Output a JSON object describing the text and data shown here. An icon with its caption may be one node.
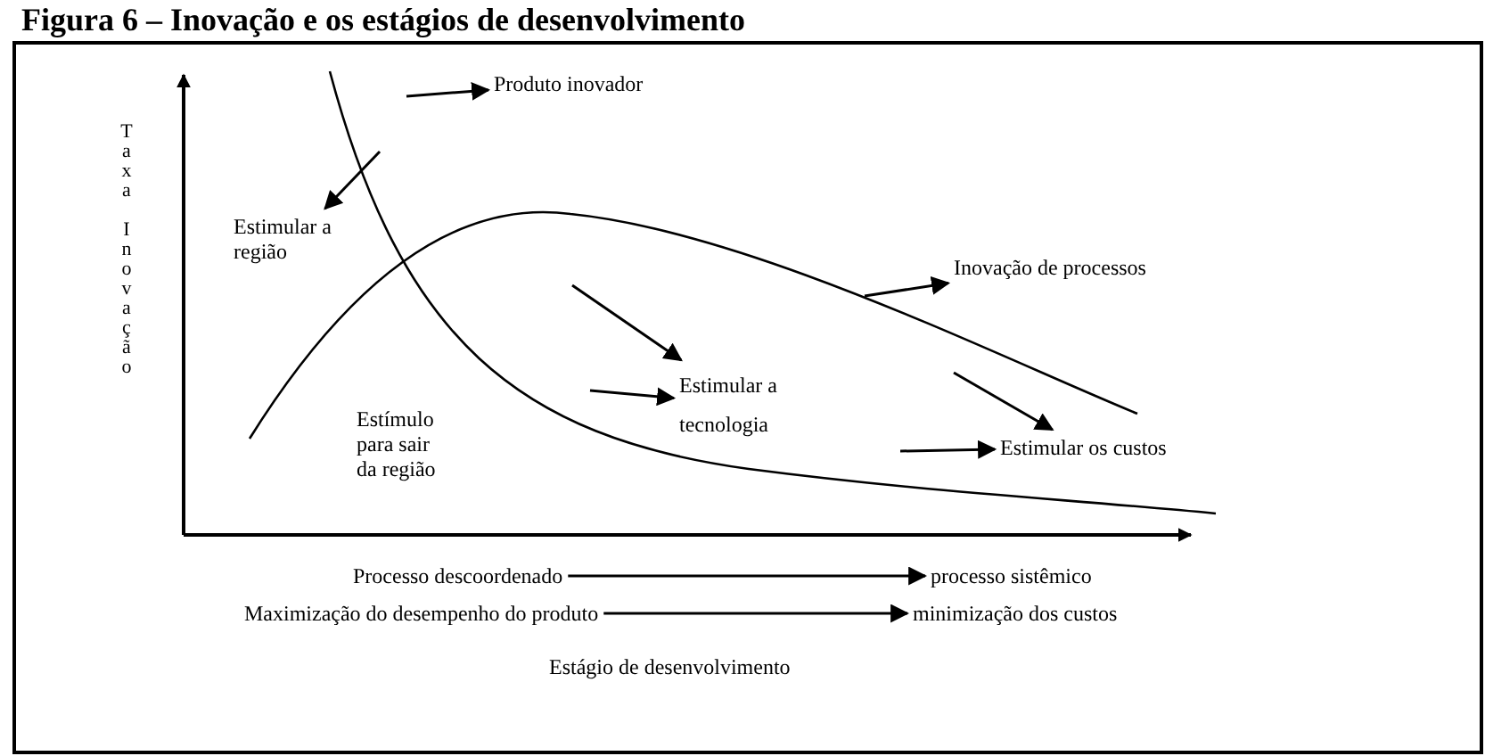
{
  "diagram": {
    "title": "Figura 6 – Inovação e os estágios de desenvolvimento",
    "nodes": [
      {
        "text": [
          "Produto inovador"
        ]
      },
      {
        "text": [
          "Estimular a região"
        ]
      },
      {
        "text": [
          "Inovação de processos"
        ]
      },
      {
        "text": [
          "Estimular a tecnologia"
        ]
      },
      {
        "text": [
          "Estímulo para sair da região"
        ]
      },
      {
        "text": [
          "Estimular os custos"
        ]
      },
      {
        "text": [
          "Processo descoordenado"
        ]
      },
      {
        "text": [
          "processo sistêmico"
        ]
      },
      {
        "text": [
          "Maximização do desempenho do produto"
        ]
      },
      {
        "text": [
          "minimização dos custos"
        ]
      }
    ],
    "edges": [
      {
        "from": null,
        "to": 0,
        "arrow": "to"
      },
      {
        "from": null,
        "to": 1,
        "arrow": "to"
      },
      {
        "from": null,
        "to": 3,
        "arrow": "to"
      },
      {
        "from": null,
        "to": 3,
        "arrow": "to"
      },
      {
        "from": null,
        "to": 2,
        "arrow": "to"
      },
      {
        "from": null,
        "to": 5,
        "arrow": "to"
      },
      {
        "from": null,
        "to": 5,
        "arrow": "to"
      },
      {
        "from": 6,
        "to": 7,
        "arrow": "to"
      },
      {
        "from": 8,
        "to": 9,
        "arrow": "to"
      }
    ],
    "labels": [
      "Taxa Inovação",
      "Estágio de desenvolvimento"
    ]
  }
}
